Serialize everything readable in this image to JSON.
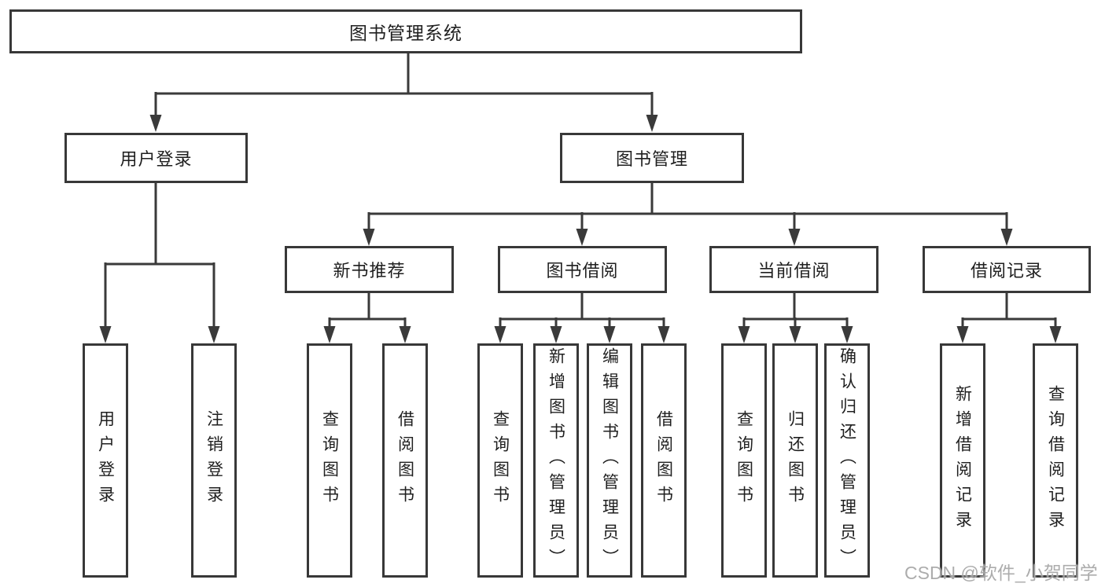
{
  "tree": {
    "root": {
      "label": "图书管理系统"
    },
    "branches": [
      {
        "label": "用户登录",
        "children": [
          {
            "label": "用户登录"
          },
          {
            "label": "注销登录"
          }
        ]
      },
      {
        "label": "图书管理",
        "children": [
          {
            "label": "新书推荐",
            "children": [
              {
                "label": "查询图书"
              },
              {
                "label": "借阅图书"
              }
            ]
          },
          {
            "label": "图书借阅",
            "children": [
              {
                "label": "查询图书"
              },
              {
                "label": "新增图书（管理员）"
              },
              {
                "label": "编辑图书（管理员）"
              },
              {
                "label": "借阅图书"
              }
            ]
          },
          {
            "label": "当前借阅",
            "children": [
              {
                "label": "查询图书"
              },
              {
                "label": "归还图书"
              },
              {
                "label": "确认归还（管理员）"
              }
            ]
          },
          {
            "label": "借阅记录",
            "children": [
              {
                "label": "新增借阅记录"
              },
              {
                "label": "查询借阅记录"
              }
            ]
          }
        ]
      }
    ]
  },
  "watermark": {
    "text": "CSDN @软件_小贺同学"
  },
  "colors": {
    "line": "#3a3a3a",
    "border": "#383838",
    "text": "#1f1f1f",
    "watermark": "#9e9e9e",
    "background": "#ffffff"
  }
}
